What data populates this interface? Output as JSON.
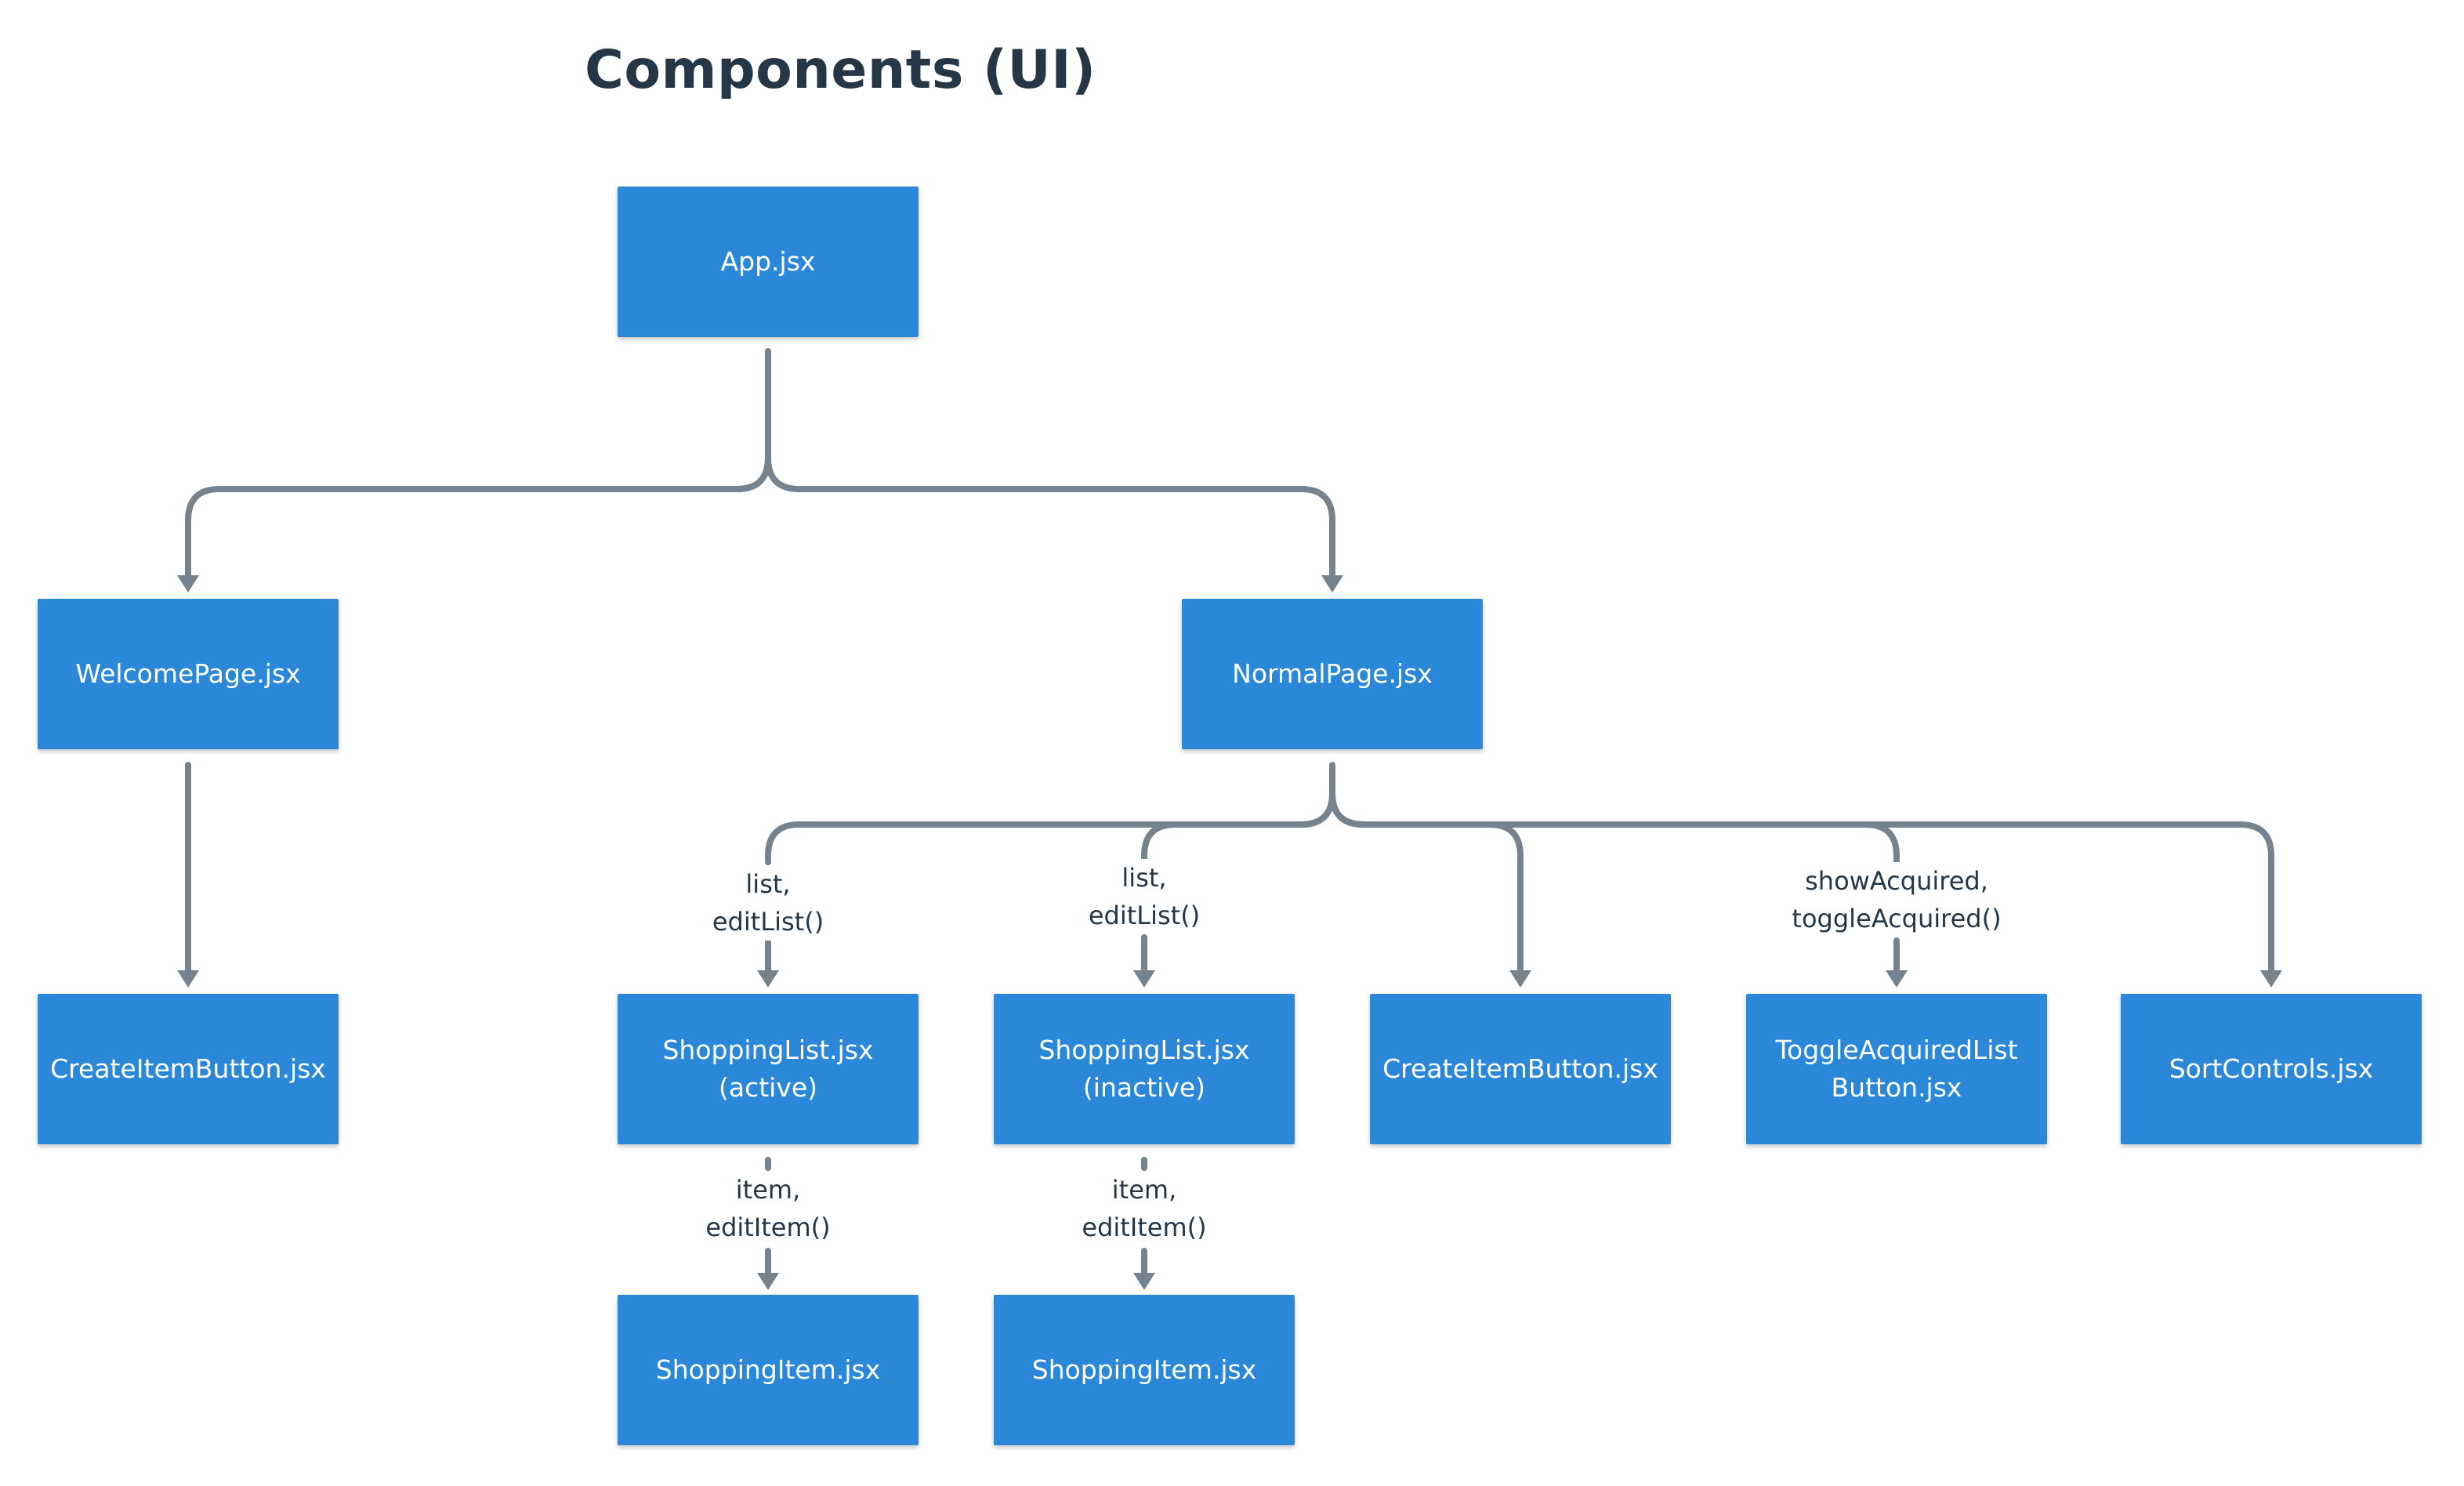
{
  "title": "Components (UI)",
  "colors": {
    "node_fill": "#2b88d8",
    "node_text": "#ffffff",
    "connector": "#75838f",
    "title": "#253746",
    "label": "#253746"
  },
  "nodes": {
    "app": {
      "lines": [
        "App.jsx"
      ]
    },
    "welcome": {
      "lines": [
        "WelcomePage.jsx"
      ]
    },
    "normal": {
      "lines": [
        "NormalPage.jsx"
      ]
    },
    "welcome_create": {
      "lines": [
        "CreateItemButton.jsx"
      ]
    },
    "list_active": {
      "lines": [
        "ShoppingList.jsx",
        "(active)"
      ]
    },
    "list_inactive": {
      "lines": [
        "ShoppingList.jsx",
        "(inactive)"
      ]
    },
    "normal_create": {
      "lines": [
        "CreateItemButton.jsx"
      ]
    },
    "toggle": {
      "lines": [
        "ToggleAcquiredList",
        "Button.jsx"
      ]
    },
    "sort": {
      "lines": [
        "SortControls.jsx"
      ]
    },
    "item_active": {
      "lines": [
        "ShoppingItem.jsx"
      ]
    },
    "item_inactive": {
      "lines": [
        "ShoppingItem.jsx"
      ]
    }
  },
  "edge_labels": {
    "to_list_active": [
      "list,",
      "editList()"
    ],
    "to_list_inactive": [
      "list,",
      "editList()"
    ],
    "to_toggle": [
      "showAcquired,",
      "toggleAcquired()"
    ],
    "to_item_active": [
      "item,",
      "editItem()"
    ],
    "to_item_inactive": [
      "item,",
      "editItem()"
    ]
  }
}
